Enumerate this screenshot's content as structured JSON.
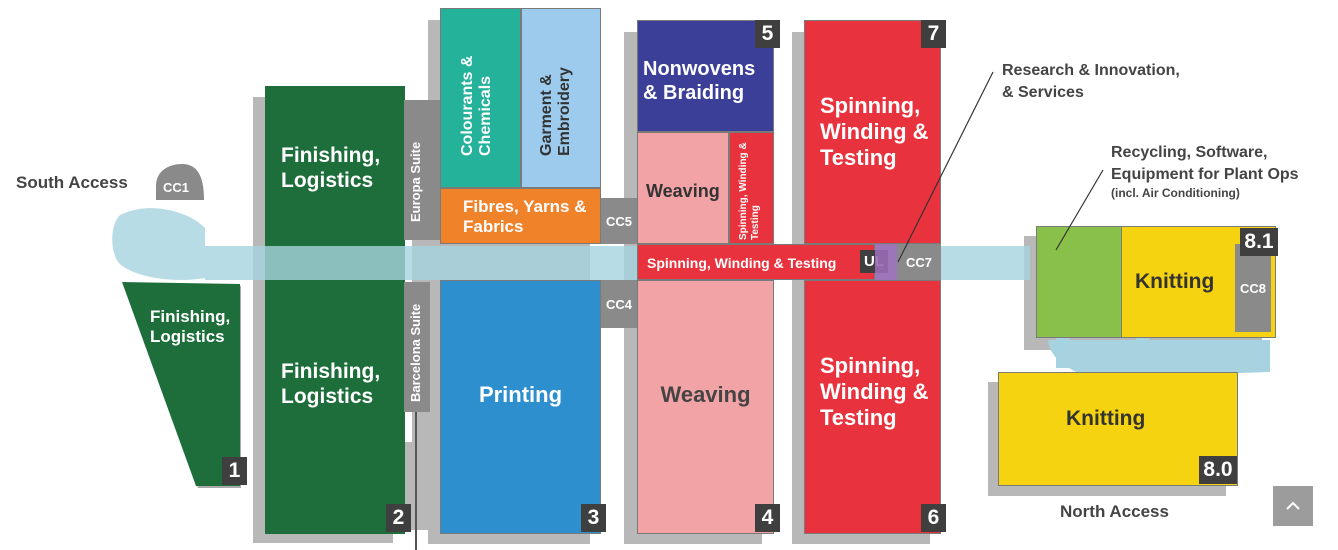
{
  "access": {
    "south": "South Access",
    "north": "North Access"
  },
  "halls": {
    "h1": {
      "number": "1",
      "label": "Finishing, Logistics"
    },
    "h2": {
      "number": "2",
      "upper": "Finishing, Logistics",
      "lower": "Finishing, Logistics"
    },
    "h3": {
      "number": "3",
      "colourants": "Colourants & Chemicals",
      "garment": "Garment & Embroidery",
      "fibres": "Fibres, Yarns & Fabrics",
      "printing": "Printing"
    },
    "h4": {
      "number": "4",
      "weaving_upper": "Weaving",
      "spinning_small": "Spinning, Winding & Testing",
      "weaving_lower": "Weaving"
    },
    "h5": {
      "number": "5",
      "label": "Nonwovens & Braiding"
    },
    "h6": {
      "number": "6",
      "label": "Spinning, Winding & Testing"
    },
    "h7": {
      "number": "7",
      "label": "Spinning, Winding & Testing"
    },
    "corridor": {
      "label": "Spinning, Winding & Testing",
      "ul": "UL"
    },
    "h8_1": {
      "number": "8.1",
      "label": "Knitting"
    },
    "h8_0": {
      "number": "8.0",
      "label": "Knitting"
    }
  },
  "suites": {
    "europa": "Europa Suite",
    "barcelona": "Barcelona Suite"
  },
  "cc": {
    "cc1": "CC1",
    "cc4": "CC4",
    "cc5": "CC5",
    "cc7": "CC7",
    "cc8": "CC8"
  },
  "callouts": {
    "research_line1": "Research & Innovation,",
    "research_line2": "& Services",
    "recycling_line1": "Recycling, Software,",
    "recycling_line2": "Equipment for Plant Ops",
    "recycling_line3": "(incl. Air Conditioning)"
  },
  "colors": {
    "finishing": "#1e6e3c",
    "teal": "#24b29b",
    "light_blue": "#9ccbee",
    "orange": "#f0822a",
    "printing": "#2d8fcd",
    "nonwovens": "#3b3f98",
    "weaving": "#f2a3a6",
    "spinning": "#e8323d",
    "ul_purple": "#9b6bb6",
    "knitting": "#f6d310",
    "lime": "#89c04a",
    "river": "#a6d3df",
    "connector_gray": "#8a8a8a"
  },
  "scroll_button_icon": "chevron-up-icon"
}
